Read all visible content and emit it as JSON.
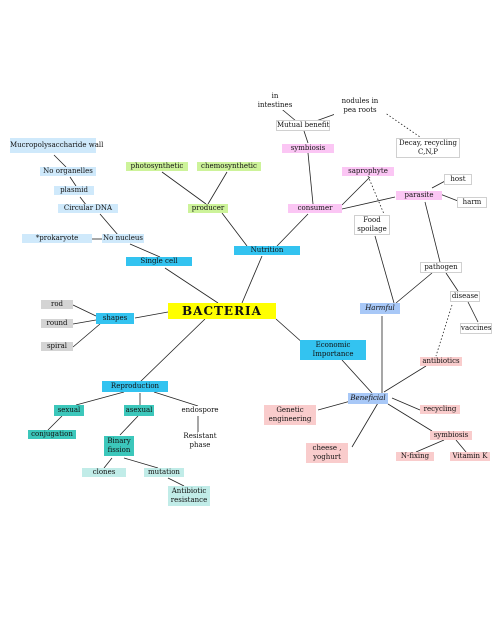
{
  "center": "BACTERIA",
  "nodes": {
    "in_intestines": "in\nintestines",
    "nodules_in_pea_roots": "nodules in\npea roots",
    "mutual_benefit": "Mutual benefit",
    "decay_recycling": "Decay, recycling\nC,N,P",
    "murein_wall": "Mucropolysaccharide wall",
    "photosynthetic": "photosynthetic",
    "chemosynthetic": "chemosynthetic",
    "symbiosis_top": "symbiosis",
    "saprophyte": "saprophyte",
    "host": "host",
    "no_organelles": "No organelles",
    "plasmid": "plasmid",
    "circular_dna": "Circular DNA",
    "producer": "producer",
    "consumer": "consumer",
    "parasite": "parasite",
    "harm": "harm",
    "food_spoilage": "Food\nspoilage",
    "prokaryote": "*prokaryote",
    "no_nucleus": "No nucleus",
    "nutrition": "Nutrition",
    "single_cell": "Single cell",
    "pathogen": "pathogen",
    "rod": "rod",
    "disease": "disease",
    "harmful": "Harmful",
    "round": "round",
    "shapes": "shapes",
    "vaccines": "vaccines",
    "spiral": "spiral",
    "economic_importance": "Economic\nImportance",
    "antibiotics": "antibiotics",
    "reproduction": "Reproduction",
    "beneficial": "Beneficial",
    "sexual": "sexual",
    "asexual": "asexual",
    "endospore": "endospore",
    "genetic_engineering": "Genetic\nengineering",
    "recycling": "recycling",
    "conjugation": "conjugation",
    "binary_fission": "Binary\nfission",
    "resistant_phase": "Resistant\nphase",
    "symbiosis_bottom": "symbiosis",
    "cheese_yoghurt": "cheese ,\nyoghurt",
    "n_fixing": "N-fixing",
    "vitamin_k": "Vitamin K",
    "clones": "clones",
    "mutation": "mutation",
    "antibiotic_resistance": "Antibiotic\nresistance"
  },
  "colors": {
    "blue": "#33c3f0",
    "light_blue": "#cfe9fb",
    "green": "#cdf39a",
    "pink": "#fbc6f4",
    "grey": "#d4d4d4",
    "teal": "#3cc7bb",
    "light_teal": "#c1ece8",
    "salmon": "#f9cccc",
    "periwinkle": "#a8c8f7",
    "yellow": "#ffff00"
  }
}
